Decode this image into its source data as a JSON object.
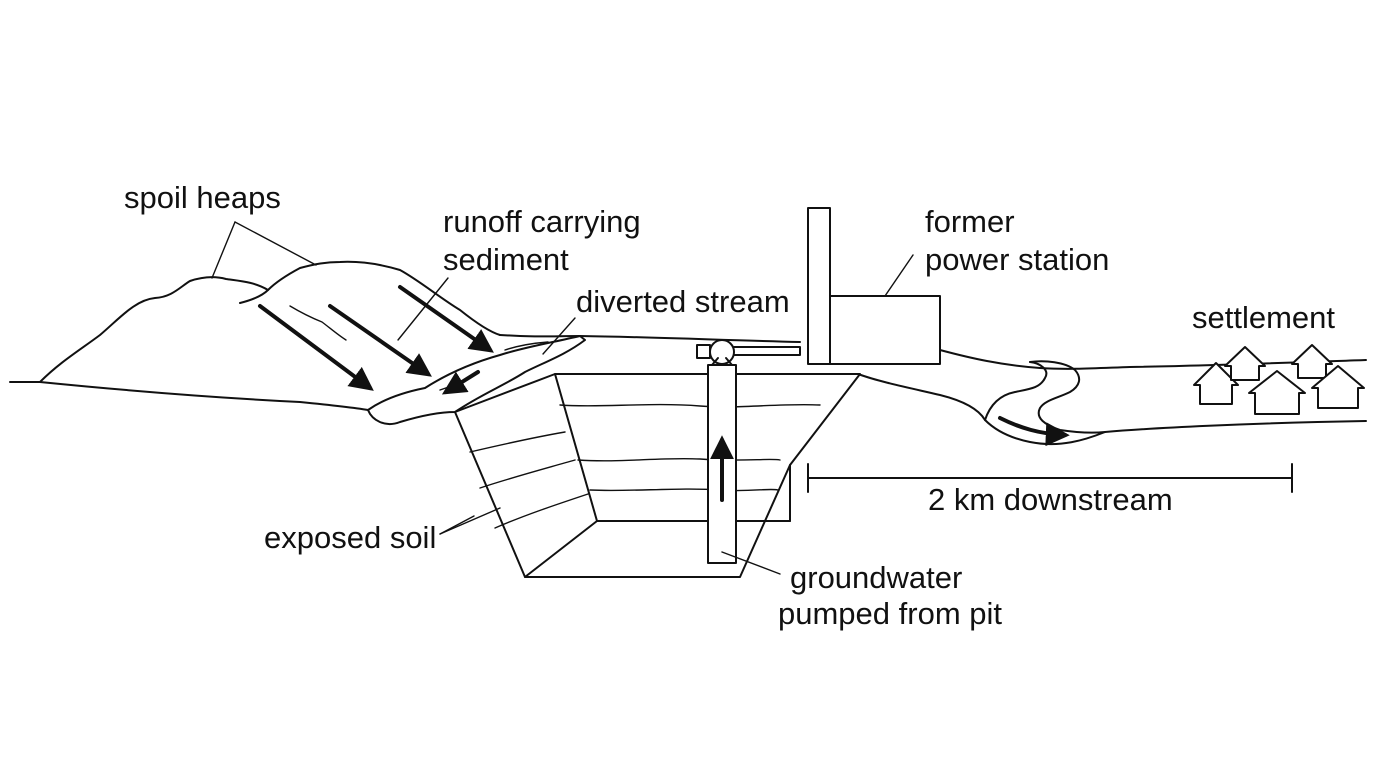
{
  "labels": {
    "spoil_heaps": "spoil heaps",
    "runoff_line1": "runoff carrying",
    "runoff_line2": "sediment",
    "diverted_stream": "diverted stream",
    "power_line1": "former",
    "power_line2": "power station",
    "settlement": "settlement",
    "distance": "2 km downstream",
    "exposed_soil": "exposed soil",
    "groundwater_line1": "groundwater",
    "groundwater_line2": "pumped from pit"
  },
  "colors": {
    "ink": "#111111",
    "background": "#ffffff"
  }
}
